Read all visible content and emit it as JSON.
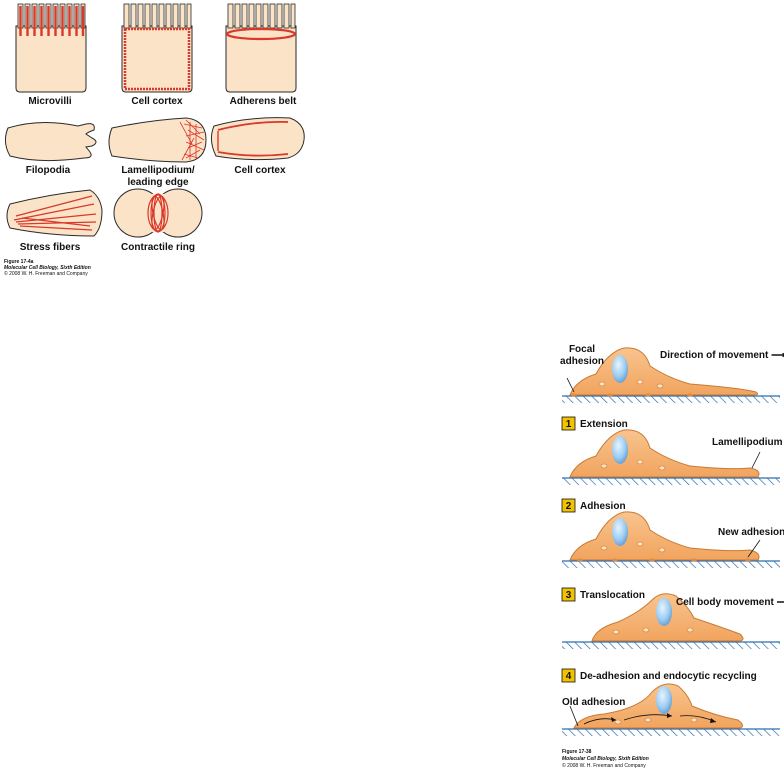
{
  "panel_a": {
    "labels": {
      "microvilli": "Microvilli",
      "cell_cortex_top": "Cell cortex",
      "adherens_belt": "Adherens belt",
      "filopodia": "Filopodia",
      "lamellipodium_line1": "Lamellipodium/",
      "lamellipodium_line2": "leading edge",
      "cell_cortex_mid": "Cell cortex",
      "stress_fibers": "Stress fibers",
      "contractile_ring": "Contractile ring"
    },
    "caption": {
      "figure": "Figure 17-4a",
      "book": "Molecular Cell Biology, Sixth Edition",
      "copyright": "© 2008 W. H. Freeman and Company"
    }
  },
  "panel_b": {
    "labels": {
      "focal_line1": "Focal",
      "focal_line2": "adhesion",
      "direction": "Direction of movement ⟶",
      "lamellipodium": "Lamellipodium",
      "new_adhesion": "New adhesion",
      "cell_body_movement": "Cell body movement ⟶",
      "old_adhesion": "Old adhesion"
    },
    "steps": [
      {
        "number": "1",
        "title": "Extension"
      },
      {
        "number": "2",
        "title": "Adhesion"
      },
      {
        "number": "3",
        "title": "Translocation"
      },
      {
        "number": "4",
        "title": "De-adhesion and endocytic recycling"
      }
    ],
    "caption": {
      "figure": "Figure 17-38",
      "book": "Molecular Cell Biology, Sixth Edition",
      "copyright": "© 2008 W. H. Freeman and Company"
    }
  },
  "colors": {
    "cell_fill": "#fbe3c8",
    "cell_stroke": "#2a2a2a",
    "actin": "#d9382a",
    "migrating_cell": "#f6b878",
    "nucleus": "#8ec3ec",
    "step_box": "#f2c200",
    "substrate": "#2f6fb0"
  }
}
